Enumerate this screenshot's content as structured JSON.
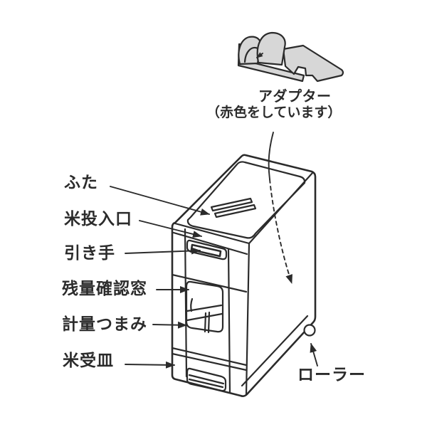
{
  "diagram": {
    "subject": "rice-dispenser-parts-diagram",
    "callouts": [
      {
        "id": "lid",
        "label": "ふた"
      },
      {
        "id": "rice-inlet",
        "label": "米投入口"
      },
      {
        "id": "pull-handle",
        "label": "引き手"
      },
      {
        "id": "remaining-window",
        "label": "残量確認窓"
      },
      {
        "id": "measuring-knob",
        "label": "計量つまみ"
      },
      {
        "id": "rice-tray",
        "label": "米受皿"
      },
      {
        "id": "adapter",
        "label": "アダプター",
        "note": "（赤色をしています）"
      },
      {
        "id": "roller",
        "label": "ローラー"
      }
    ],
    "colors": {
      "line": "#2b2b2b",
      "adapter_fill": "#d7d7d7",
      "background": "#ffffff"
    }
  }
}
